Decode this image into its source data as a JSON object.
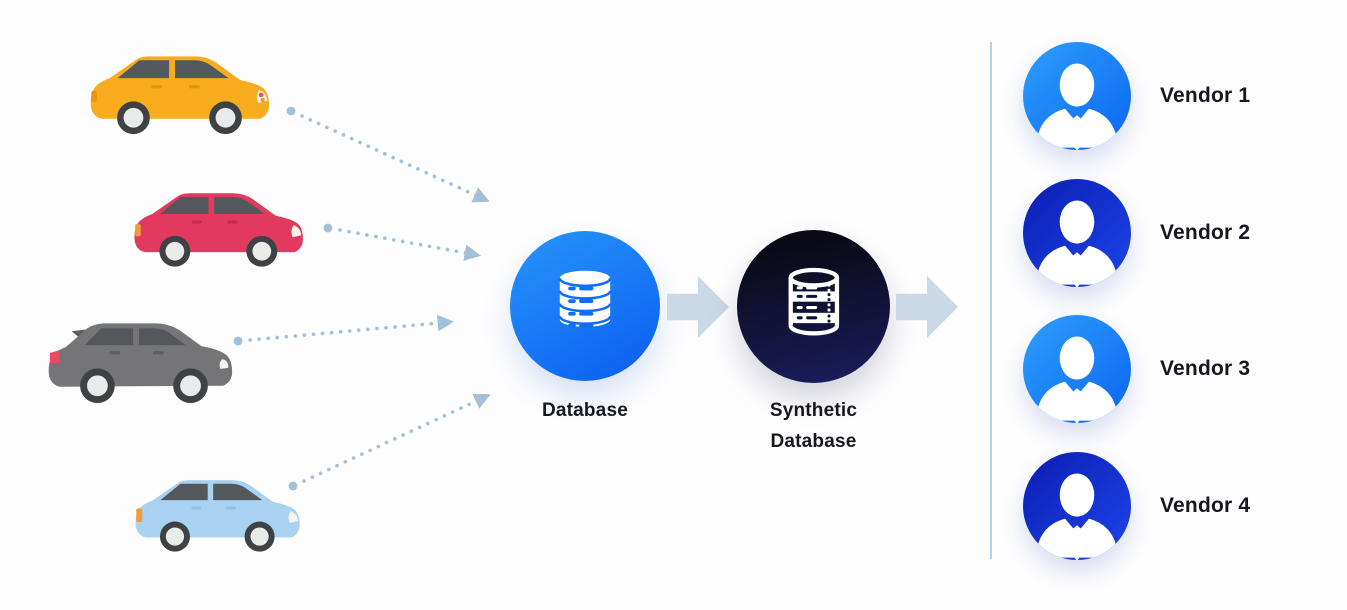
{
  "flow": {
    "nodes": [
      {
        "id": "database",
        "label": "Database",
        "icon": "database-icon"
      },
      {
        "id": "synthetic-database",
        "label_lines": [
          "Synthetic",
          "Database"
        ],
        "icon": "synthetic-database-icon"
      }
    ],
    "sources": [
      {
        "id": "car-yellow",
        "icon": "yellow-hatchback-car"
      },
      {
        "id": "car-red",
        "icon": "red-hatchback-car"
      },
      {
        "id": "car-gray",
        "icon": "gray-suv-car"
      },
      {
        "id": "car-blue",
        "icon": "blue-hatchback-car"
      }
    ],
    "connectors": "dotted-arrows-from-cars-to-database"
  },
  "vendors": {
    "items": [
      {
        "label": "Vendor 1",
        "icon": "person-avatar",
        "tone": "light-blue"
      },
      {
        "label": "Vendor 2",
        "icon": "person-avatar",
        "tone": "dark-blue"
      },
      {
        "label": "Vendor 3",
        "icon": "person-avatar",
        "tone": "light-blue"
      },
      {
        "label": "Vendor 4",
        "icon": "person-avatar",
        "tone": "dark-blue"
      }
    ]
  },
  "colors": {
    "label-text": "#17171F",
    "dot-line": "#A3C0DB",
    "arrow-fill": "#CBD9E6",
    "divider": "#B7D1E1",
    "db-grad-top": "#2795FB",
    "db-grad-bottom": "#0B5DF0",
    "db-dash": "#0E6EF5",
    "syn-grad-top": "#0A0A16",
    "syn-grad-bottom": "#1B1D5E",
    "syn-dash": "#10103A",
    "vendor-light-1": "#2E9EFC",
    "vendor-light-2": "#0B66F1",
    "vendor-dark-1": "#0D1DB2",
    "vendor-dark-2": "#1C45E9",
    "car1-body": "#F6AC1D",
    "car1-shade": "#E8930C",
    "car2-body": "#E23A5E",
    "car2-shade": "#C92B4E",
    "car3-body": "#757578",
    "car3-shade": "#5E5E61",
    "car4-body": "#A9D2F0",
    "car4-shade": "#8FC3EA",
    "car-window": "#54585D",
    "tire": "#3E4245",
    "hub": "#E9EAEA",
    "tail-orange": "#F29B38",
    "tail-red": "#E84A64",
    "headlight": "#F6F4EC"
  }
}
